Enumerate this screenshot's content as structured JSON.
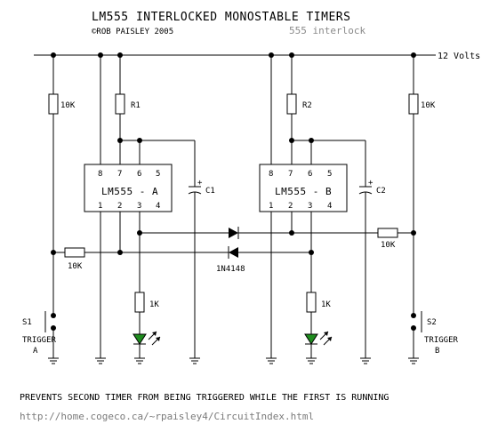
{
  "title": "LM555 INTERLOCKED MONOSTABLE TIMERS",
  "copyright": "©ROB PAISLEY 2005",
  "subtitle": "555 interlock",
  "supply_label": "12 Volts",
  "ic_a": {
    "label": "LM555 - A",
    "pins_top": [
      "8",
      "7",
      "6",
      "5"
    ],
    "pins_bottom": [
      "1",
      "2",
      "3",
      "4"
    ]
  },
  "ic_b": {
    "label": "LM555 - B",
    "pins_top": [
      "8",
      "7",
      "6",
      "5"
    ],
    "pins_bottom": [
      "1",
      "2",
      "3",
      "4"
    ]
  },
  "labels": {
    "r1": "R1",
    "r2": "R2",
    "c1": "C1",
    "c2": "C2",
    "r_10k_left": "10K",
    "r_10k_right": "10K",
    "r_10k_mid_left": "10K",
    "r_10k_mid_right": "10K",
    "r_1k_a": "1K",
    "r_1k_b": "1K",
    "diode": "1N4148",
    "s1": "S1",
    "s2": "S2",
    "trigger": "TRIGGER",
    "trigger_a": "A",
    "trigger_b": "B",
    "plus": "+"
  },
  "caption": "PREVENTS SECOND TIMER FROM BEING TRIGGERED WHILE THE FIRST IS RUNNING",
  "url": "http://home.cogeco.ca/~rpaisley4/CircuitIndex.html",
  "colors": {
    "led": "#1e8c1e",
    "gray_text": "#8a8a8a"
  }
}
